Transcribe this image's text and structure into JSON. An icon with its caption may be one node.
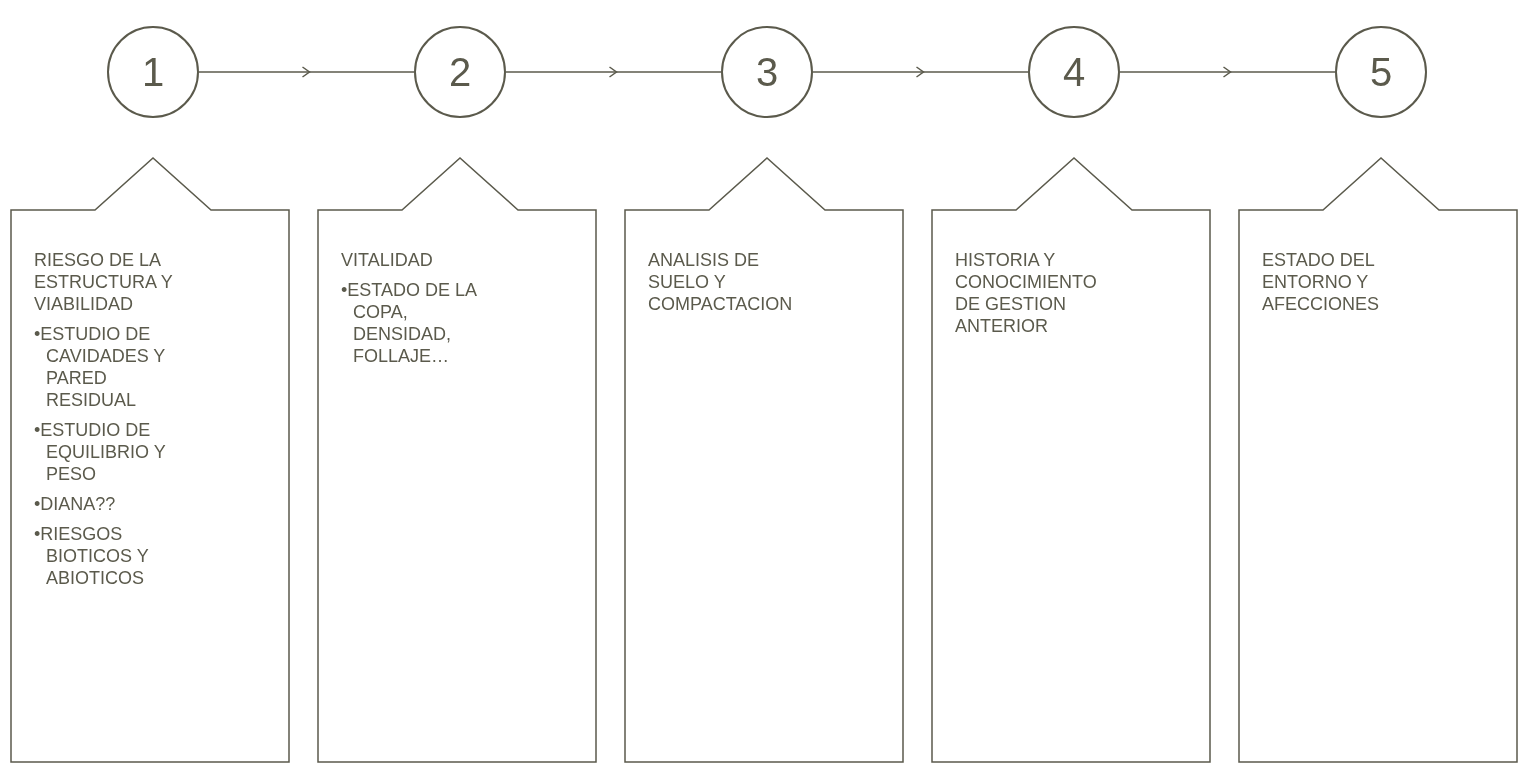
{
  "diagram": {
    "nodes": [
      {
        "text": [
          "1"
        ]
      },
      {
        "text": [
          "2"
        ]
      },
      {
        "text": [
          "3"
        ]
      },
      {
        "text": [
          "4"
        ]
      },
      {
        "text": [
          "5"
        ]
      },
      {
        "text": [
          "RIESGO DE LA ESTRUCTURA Y VIABILIDAD",
          "•ESTUDIO DE CAVIDADES Y PARED RESIDUAL",
          "•ESTUDIO DE EQUILIBRIO Y PESO",
          "•DIANA??",
          "•RIESGOS BIOTICOS Y ABIOTICOS"
        ]
      },
      {
        "text": [
          "VITALIDAD",
          "•ESTADO DE LA COPA, DENSIDAD, FOLLAJE…"
        ]
      },
      {
        "text": [
          "ANALISIS DE SUELO Y COMPACTACION"
        ]
      },
      {
        "text": [
          "HISTORIA Y CONOCIMIENTO DE GESTION ANTERIOR"
        ]
      },
      {
        "text": [
          "ESTADO DEL ENTORNO Y AFECCIONES"
        ]
      }
    ],
    "edges": [
      {
        "from": 0,
        "to": 1,
        "arrow": "to"
      },
      {
        "from": 1,
        "to": 2,
        "arrow": "to"
      },
      {
        "from": 2,
        "to": 3,
        "arrow": "to"
      },
      {
        "from": 3,
        "to": 4,
        "arrow": "to"
      }
    ]
  }
}
